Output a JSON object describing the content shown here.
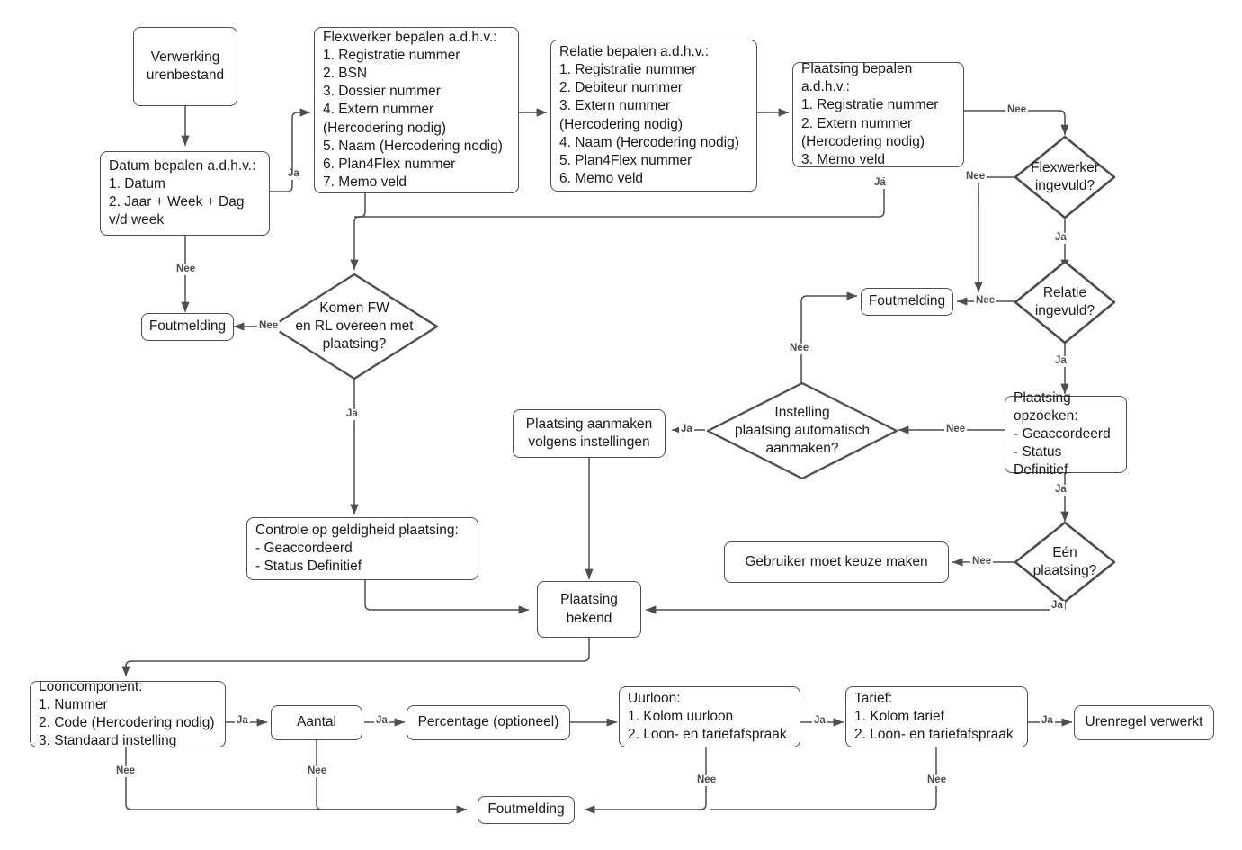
{
  "diagram": {
    "title": "Verwerking urenbestand flowchart",
    "colors": {
      "stroke": "#4d4d4d",
      "text": "#1a1a1a",
      "label": "#4d4d4d",
      "background": "#ffffff"
    },
    "nodes": {
      "start": "Verwerking\nurenbestand",
      "datum_bepalen": "Datum bepalen a.d.h.v.:\n1. Datum\n2. Jaar + Week + Dag\nv/d week",
      "flexwerker_bepalen": "Flexwerker bepalen a.d.h.v.:\n1. Registratie nummer\n2. BSN\n3. Dossier nummer\n4. Extern nummer\n(Hercodering nodig)\n5. Naam (Hercodering nodig)\n6. Plan4Flex nummer\n7. Memo veld",
      "relatie_bepalen": "Relatie bepalen a.d.h.v.:\n1. Registratie nummer\n2. Debiteur nummer\n3. Extern nummer\n(Hercodering nodig)\n4. Naam (Hercodering nodig)\n5. Plan4Flex nummer\n6. Memo veld",
      "plaatsing_bepalen": "Plaatsing bepalen a.d.h.v.:\n1. Registratie nummer\n2. Extern nummer\n(Hercodering nodig)\n3. Memo veld",
      "foutmelding_links": "Foutmelding",
      "foutmelding_midden": "Foutmelding",
      "foutmelding_onder": "Foutmelding",
      "komen_fw_rl": "Komen FW\nen RL overeen met\nplaatsing?",
      "flexwerker_ingevuld": "Flexwerker\ningevuld?",
      "relatie_ingevuld": "Relatie\ningevuld?",
      "plaatsing_opzoeken": "Plaatsing opzoeken:\n- Geaccordeerd\n- Status Definitief",
      "instelling_automatisch": "Instelling\nplaatsing automatisch\naanmaken?",
      "plaatsing_aanmaken": "Plaatsing aanmaken\nvolgens instellingen",
      "een_plaatsing": "Eén\nplaatsing?",
      "gebruiker_keuze": "Gebruiker moet keuze maken",
      "controle_geldigheid": "Controle op geldigheid plaatsing:\n- Geaccordeerd\n- Status Definitief",
      "plaatsing_bekend": "Plaatsing\nbekend",
      "looncomponent": "Looncomponent:\n1. Nummer\n2. Code (Hercodering nodig)\n3. Standaard instelling",
      "aantal": "Aantal",
      "percentage": "Percentage (optioneel)",
      "uurloon": "Uurloon:\n1. Kolom uurloon\n2. Loon- en tariefafspraak",
      "tarief": "Tarief:\n1. Kolom tarief\n2. Loon- en tariefafspraak",
      "urenregel_verwerkt": "Urenregel verwerkt"
    },
    "edge_labels": {
      "datum_ja": "Ja",
      "datum_nee": "Nee",
      "plaatsing_bepalen_nee": "Nee",
      "plaatsing_bepalen_ja": "Ja",
      "flexwerker_ingevuld_nee": "Nee",
      "flexwerker_ingevuld_ja": "Ja",
      "relatie_ingevuld_nee": "Nee",
      "relatie_ingevuld_ja": "Ja",
      "komen_nee": "Nee",
      "komen_ja": "Ja",
      "plaatsing_opzoeken_nee": "Nee",
      "plaatsing_opzoeken_ja": "Ja",
      "instelling_nee": "Nee",
      "instelling_ja": "Ja",
      "een_plaatsing_nee": "Nee",
      "een_plaatsing_ja": "Ja",
      "looncomponent_ja": "Ja",
      "looncomponent_nee": "Nee",
      "aantal_ja": "Ja",
      "aantal_nee": "Nee",
      "uurloon_ja": "Ja",
      "uurloon_nee": "Nee",
      "tarief_ja": "Ja",
      "tarief_nee": "Nee"
    }
  }
}
